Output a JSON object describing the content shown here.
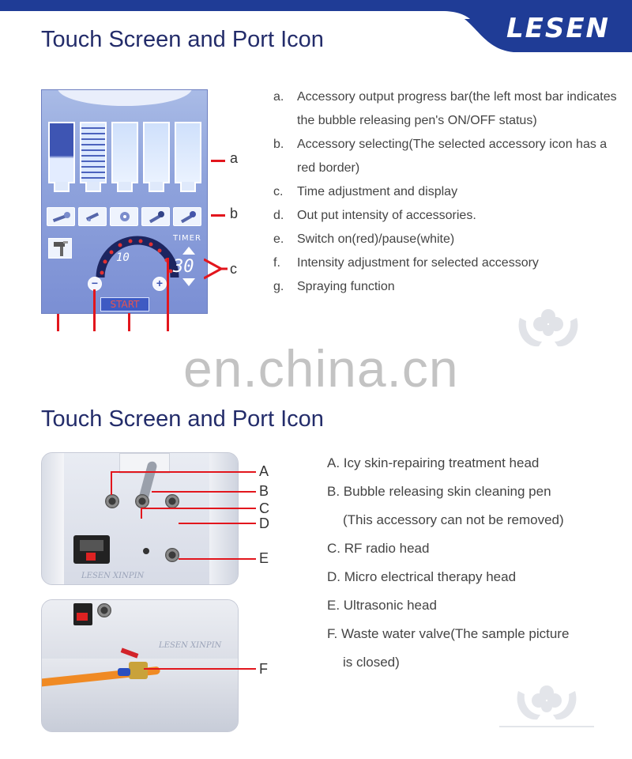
{
  "header": {
    "brand": "LESEN",
    "banner_color": "#1f3c96"
  },
  "section1": {
    "title": "Touch Screen and Port Icon",
    "screen": {
      "timer_label": "TIMER",
      "timer_value": "30",
      "intensity_value": "10",
      "start_label": "START",
      "minus": "−",
      "plus": "+"
    },
    "callouts": [
      "a",
      "b",
      "c"
    ],
    "items": [
      {
        "key": "a.",
        "text": "Accessory output progress bar(the left most bar indicates the bubble releasing pen's ON/OFF status)"
      },
      {
        "key": "b.",
        "text": "Accessory selecting(The selected accessory icon has a red border)"
      },
      {
        "key": "c.",
        "text": "Time adjustment and display"
      },
      {
        "key": "d.",
        "text": "Out put intensity of accessories."
      },
      {
        "key": "e.",
        "text": "Switch on(red)/pause(white)"
      },
      {
        "key": "f.",
        "text": "Intensity adjustment for selected accessory"
      },
      {
        "key": "g.",
        "text": "Spraying function"
      }
    ]
  },
  "watermark": "en.china.cn",
  "section2": {
    "title": "Touch Screen and Port Icon",
    "port_labels": [
      "A",
      "B",
      "C",
      "D",
      "E",
      "F"
    ],
    "items": [
      "A. Icy skin-repairing treatment head",
      "B. Bubble releasing skin cleaning pen",
      "(This accessory can not be removed)",
      "C. RF radio head",
      "D. Micro electrical therapy head",
      "E. Ultrasonic head",
      "F. Waste water valve(The sample picture",
      "is closed)"
    ],
    "photo_brand": "LESEN XINPIN"
  }
}
